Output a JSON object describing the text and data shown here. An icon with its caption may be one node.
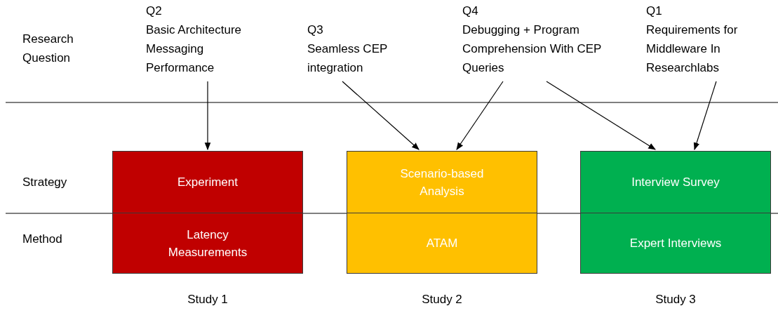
{
  "diagram": {
    "nodes": [
      {
        "text": [
          "Q2",
          "Basic Architecture Messaging Performance"
        ]
      },
      {
        "text": [
          "Q3",
          "Seamless CEP integration"
        ]
      },
      {
        "text": [
          "Q4",
          "Debugging + Program Comprehension With CEP Queries"
        ]
      },
      {
        "text": [
          "Q1",
          "Requirements for Middleware In Researchlabs"
        ]
      },
      {
        "text": [
          "Experiment",
          "Latency Measurements"
        ],
        "beside": [
          "Study 1"
        ]
      },
      {
        "text": [
          "Scenario-based Analysis",
          "ATAM"
        ],
        "beside": [
          "Study 2"
        ]
      },
      {
        "text": [
          "Interview Survey",
          "Expert Interviews"
        ],
        "beside": [
          "Study 3"
        ]
      }
    ],
    "edges": [
      {
        "from": 0,
        "to": 4,
        "arrow": "to"
      },
      {
        "from": 1,
        "to": 5,
        "arrow": "to"
      },
      {
        "from": 2,
        "to": 5,
        "arrow": "to"
      },
      {
        "from": 2,
        "to": 6,
        "arrow": "to"
      },
      {
        "from": 3,
        "to": 6,
        "arrow": "to"
      }
    ],
    "labels": [
      "Research Question",
      "Strategy",
      "Method"
    ]
  }
}
